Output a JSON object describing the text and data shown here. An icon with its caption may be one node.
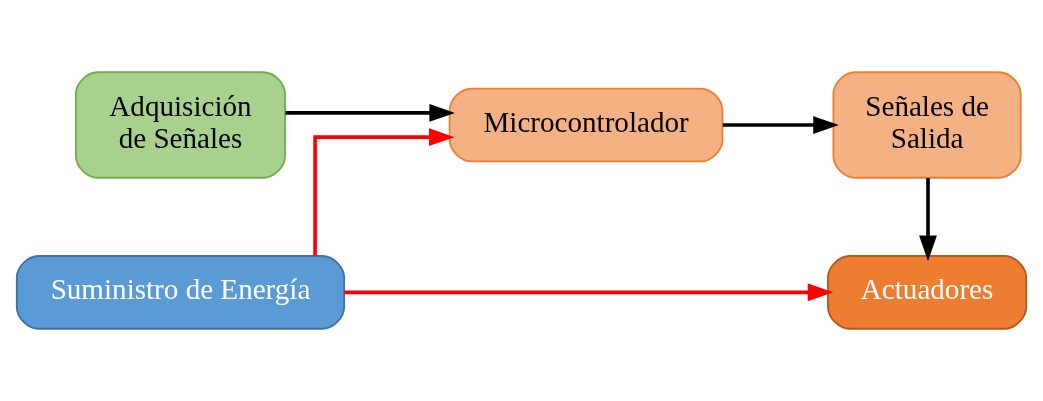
{
  "diagram": {
    "nodes": [
      {
        "text": [
          "Suministro de Energía"
        ]
      },
      {
        "text": [
          "Actuadores"
        ]
      },
      {
        "text": [
          "Adquisición de Señales"
        ]
      },
      {
        "text": [
          "Microcontrolador"
        ]
      },
      {
        "text": [
          "Señales de Salida"
        ]
      }
    ],
    "edges": [
      {
        "from": 0,
        "to": 1,
        "arrow": "to",
        "color": "#ff0000"
      },
      {
        "from": 0,
        "to": 3,
        "arrow": "to",
        "color": "#ff0000"
      },
      {
        "from": 2,
        "to": 3,
        "arrow": "to"
      },
      {
        "from": 3,
        "to": 4,
        "arrow": "to"
      },
      {
        "from": 4,
        "to": 1,
        "arrow": "to"
      }
    ]
  }
}
